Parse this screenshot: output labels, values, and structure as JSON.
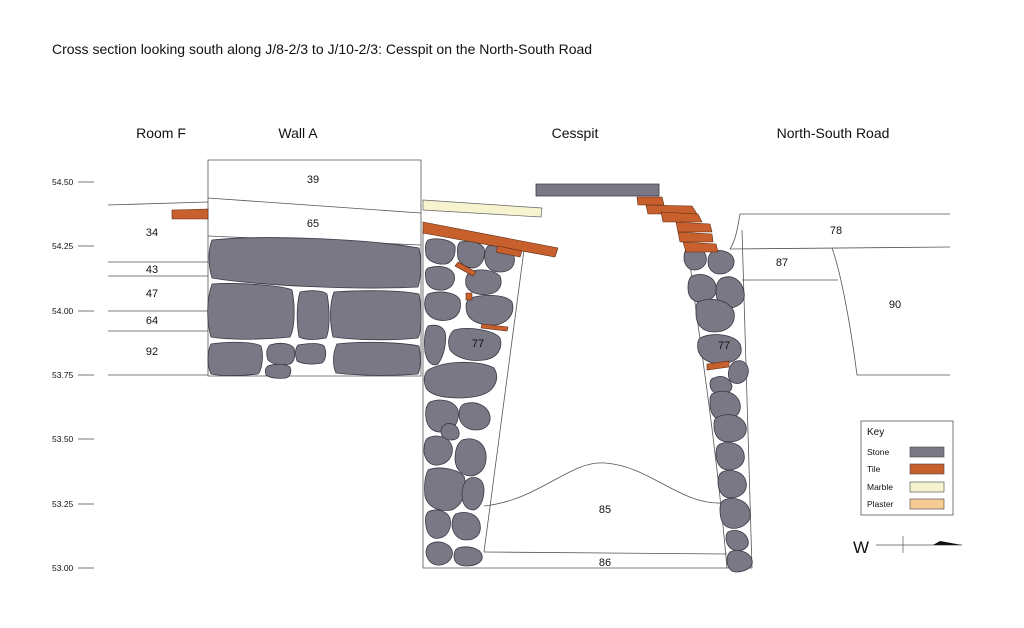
{
  "title": "Cross section looking south along J/8-2/3 to J/10-2/3: Cesspit on the North-South Road",
  "headers": {
    "room_f": "Room F",
    "wall_a": "Wall A",
    "cesspit": "Cesspit",
    "road": "North-South Road"
  },
  "elevations": [
    "54.50",
    "54.25",
    "54.00",
    "53.75",
    "53.50",
    "53.25",
    "53.00"
  ],
  "layers": {
    "l39": "39",
    "l65": "65",
    "l34": "34",
    "l43": "43",
    "l47": "47",
    "l64": "64",
    "l92": "92",
    "l78": "78",
    "l87": "87",
    "l90": "90",
    "l85": "85",
    "l86": "86",
    "l77_left": "77",
    "l77_right": "77"
  },
  "key": {
    "title": "Key",
    "items": [
      {
        "label": "Stone",
        "color": "#7b7885"
      },
      {
        "label": "Tile",
        "color": "#c8602e"
      },
      {
        "label": "Marble",
        "color": "#f6f3cf"
      },
      {
        "label": "Plaster",
        "color": "#f6cb96"
      }
    ]
  },
  "north_arrow": {
    "label": "W"
  },
  "colors": {
    "stone": "#7b7885",
    "tile": "#c8602e",
    "marble": "#f6f3cf",
    "plaster": "#f6cb96"
  }
}
